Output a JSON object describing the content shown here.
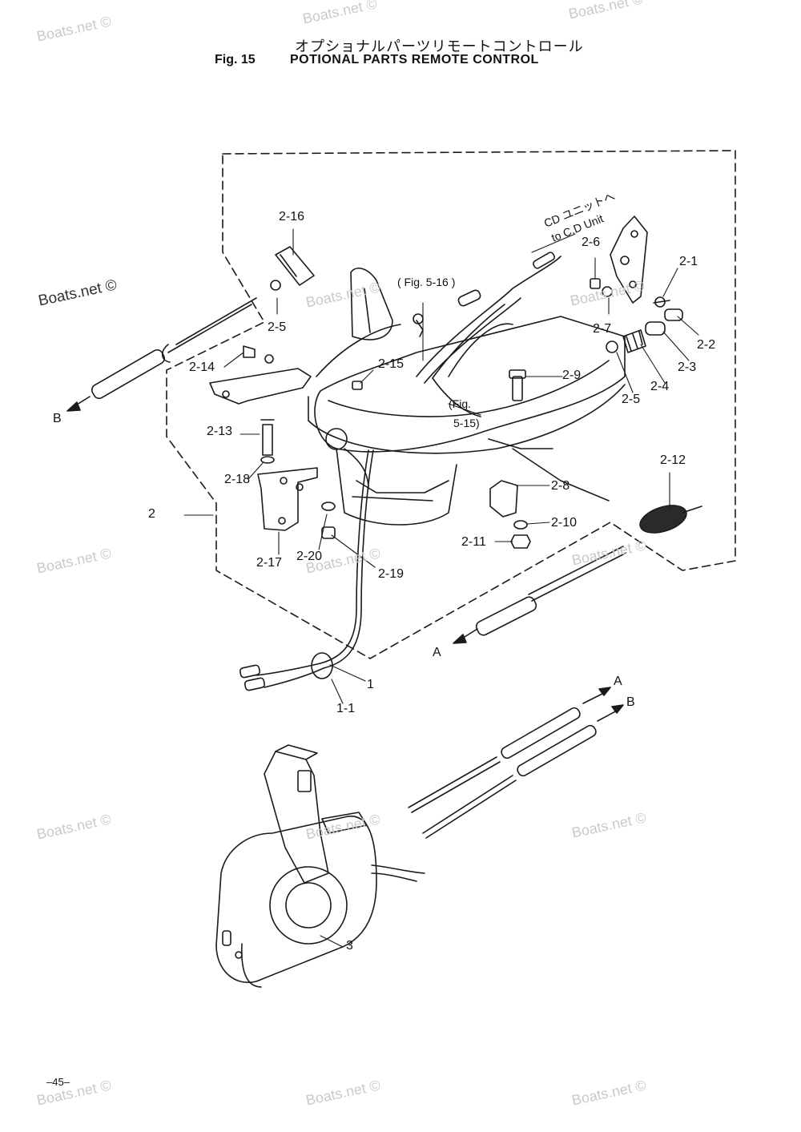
{
  "header": {
    "title_jp": "オプショナルパーツリモートコントロール",
    "fig_number": "Fig. 15",
    "title_en": "POTIONAL PARTS REMOTE CONTROL"
  },
  "watermark": "Boats.net ©",
  "page_number": "–45–",
  "notes": {
    "cd_unit_jp": "CD ユニットへ",
    "cd_unit_en": "to C.D Unit",
    "fig_5_16": "( Fig. 5-16 )",
    "fig_5_15a": "(Fig.",
    "fig_5_15b": "5-15)"
  },
  "part_labels": {
    "p2_16": "2-16",
    "p2_5a": "2-5",
    "p2_14": "2-14",
    "p2_15": "2-15",
    "p2_13": "2-13",
    "p2_18": "2-18",
    "p2": "2",
    "p2_17": "2-17",
    "p2_20": "2-20",
    "p2_19": "2-19",
    "p2_6": "2-6",
    "p2_1": "2-1",
    "p2_7": "2-7",
    "p2_2": "2-2",
    "p2_3": "2-3",
    "p2_9": "2-9",
    "p2_4": "2-4",
    "p2_5b": "2-5",
    "p2_12": "2-12",
    "p2_8": "2-8",
    "p2_10": "2-10",
    "p2_11": "2-11",
    "p1": "1",
    "p1_1": "1-1",
    "p3": "3",
    "cable_a1": "A",
    "cable_b1": "B",
    "cable_a2": "A",
    "cable_b2": "B"
  }
}
